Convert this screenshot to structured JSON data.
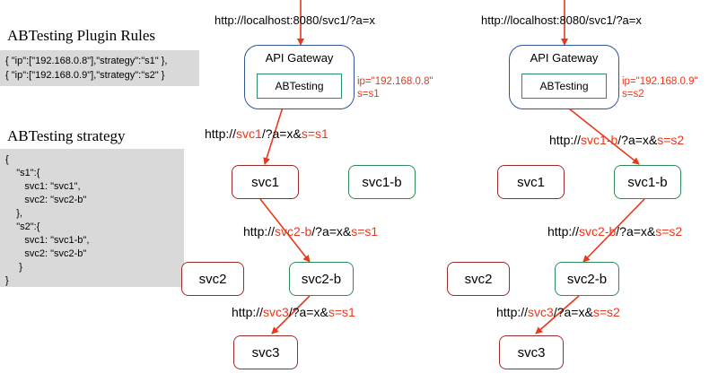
{
  "left_panel": {
    "plugin_rules_title": "ABTesting Plugin Rules",
    "plugin_rules": [
      "{ \"ip\":[\"192.168.0.8\"],\"strategy\":\"s1\" },",
      "{ \"ip\":[\"192.168.0.9\"],\"strategy\":\"s2\" }"
    ],
    "strategy_title": "ABTesting strategy",
    "strategy_lines": [
      "{",
      "    \"s1\":{",
      "       svc1: \"svc1\",",
      "       svc2: \"svc2-b\"",
      "    },",
      "    \"s2\":{",
      "       svc1: \"svc1-b\",",
      "       svc2: \"svc2-b\"",
      "     }",
      "}"
    ]
  },
  "flows": [
    {
      "entry_url": "http://localhost:8080/svc1/?a=x",
      "gateway_title": "API Gateway",
      "plugin_label": "ABTesting",
      "ip_label_line1": "ip=\"192.168.0.8\"",
      "ip_label_line2": "s=s1",
      "hop1": {
        "prefix": "http://",
        "svc": "svc1",
        "mid": "/?a=x&",
        "s": "s=s1"
      },
      "hop2": {
        "prefix": "http://",
        "svc": "svc2-b",
        "mid": "/?a=x&",
        "s": "s=s1"
      },
      "hop3": {
        "prefix": "http://",
        "svc": "svc3",
        "mid": "/?a=x&",
        "s": "s=s1"
      },
      "nodes": {
        "svc1": "svc1",
        "svc1b": "svc1-b",
        "svc2": "svc2",
        "svc2b": "svc2-b",
        "svc3": "svc3"
      }
    },
    {
      "entry_url": "http://localhost:8080/svc1/?a=x",
      "gateway_title": "API Gateway",
      "plugin_label": "ABTesting",
      "ip_label_line1": "ip=\"192.168.0.9\"",
      "ip_label_line2": "s=s2",
      "hop1": {
        "prefix": "http://",
        "svc": "svc1-b",
        "mid": "/?a=x&",
        "s": "s=s2"
      },
      "hop2": {
        "prefix": "http://",
        "svc": "svc2-b",
        "mid": "/?a=x&",
        "s": "s=s2"
      },
      "hop3": {
        "prefix": "http://",
        "svc": "svc3",
        "mid": "/?a=x&",
        "s": "s=s2"
      },
      "nodes": {
        "svc1": "svc1",
        "svc1b": "svc1-b",
        "svc2": "svc2",
        "svc2b": "svc2-b",
        "svc3": "svc3"
      }
    }
  ],
  "colors": {
    "arrow": "#e8391d",
    "node_border_red": "#9b2a2a",
    "node_border_green": "#2e8b57",
    "gateway_border": "#2f5597",
    "code_bg": "#d9d9d9"
  }
}
